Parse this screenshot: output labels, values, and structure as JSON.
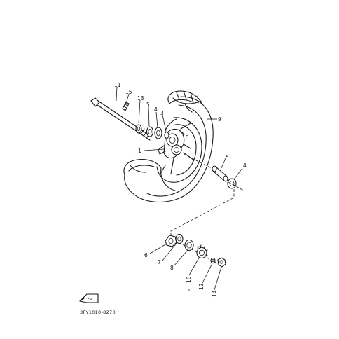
{
  "diagram": {
    "part_code": "3FY1010-8270",
    "direction_label": "FR.",
    "callouts": {
      "c1": "1",
      "c2": "2",
      "c3": "3",
      "c4a": "4",
      "c4b": "4",
      "c5": "5",
      "c6": "6",
      "c7": "7",
      "c8": "8",
      "c9": "9",
      "c10": "10",
      "c11": "11",
      "c12": "12",
      "c13": "13",
      "c14": "14",
      "c15": "15",
      "c16": "16"
    }
  }
}
